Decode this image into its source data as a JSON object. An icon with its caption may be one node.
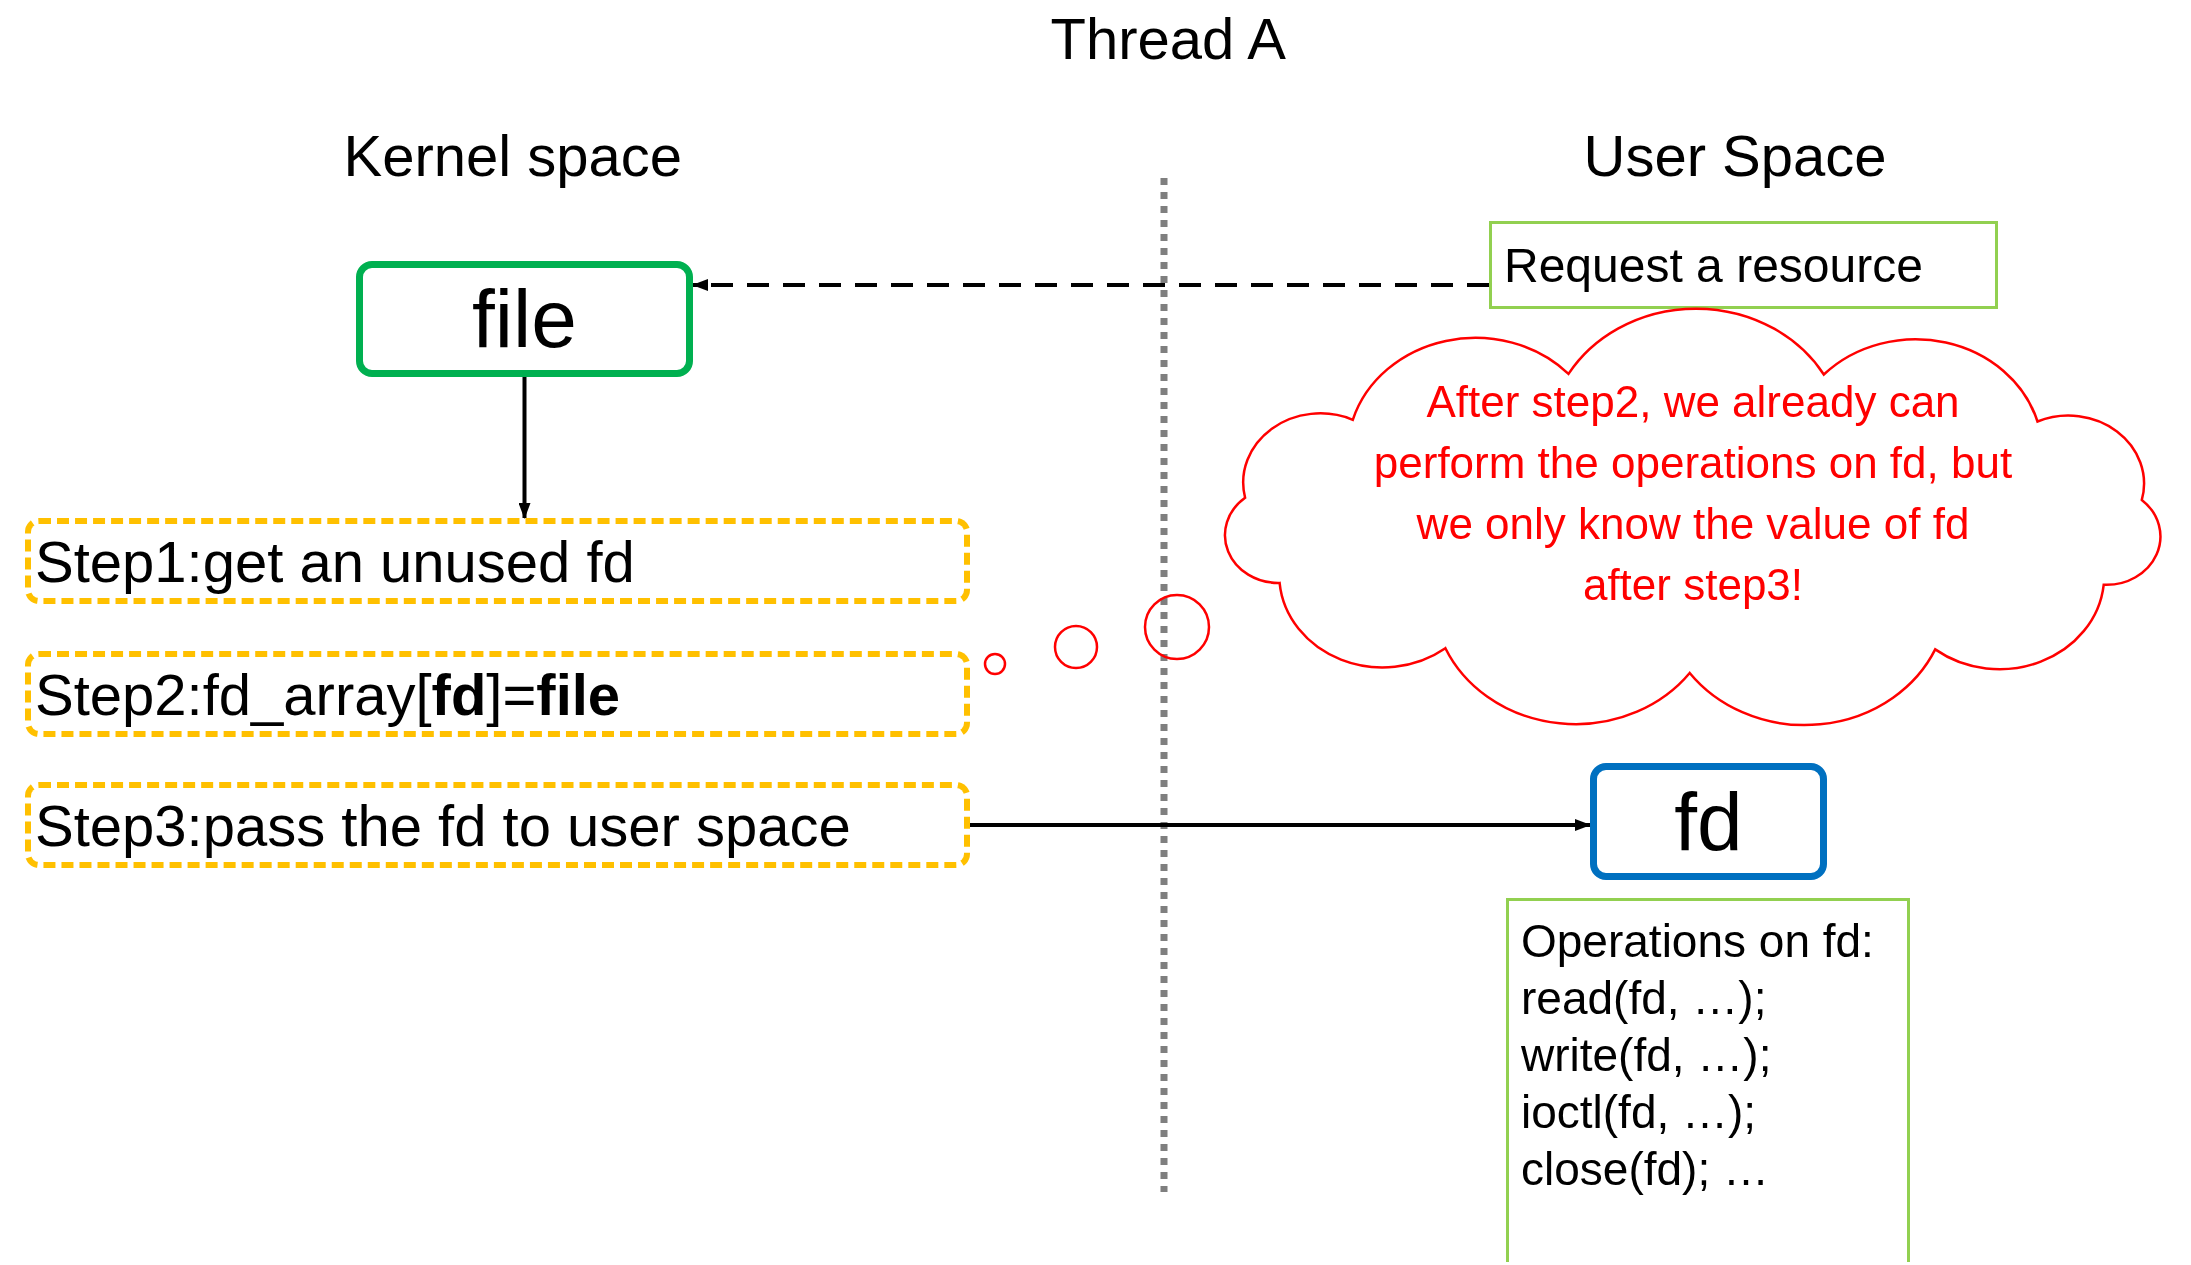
{
  "diagram": {
    "title": "Thread A",
    "nodes": [
      {
        "text": [
          "Request a resource"
        ]
      },
      {
        "text": [
          "file"
        ]
      },
      {
        "text": [
          "Step1:get an unused fd"
        ]
      },
      {
        "text": [
          "Step2:fd_array[**fd**]=**file**"
        ]
      },
      {
        "text": [
          "Step3:pass the fd to user space"
        ]
      },
      {
        "text": [
          "After step2, we already can perform the operations on fd, but we only know the value of fd after step3!"
        ]
      },
      {
        "text": [
          "fd"
        ]
      },
      {
        "text": [
          "Operations on fd: read(fd, …); write(fd, …); ioctl(fd, …); close(fd); …"
        ]
      }
    ],
    "edges": [
      {
        "from": 0,
        "to": 1,
        "arrow": "to",
        "style": "dashed"
      },
      {
        "from": 1,
        "to": 2,
        "arrow": "to"
      },
      {
        "from": 4,
        "to": 6,
        "arrow": "to"
      }
    ],
    "labels": [
      "Kernel space",
      "User Space"
    ]
  }
}
